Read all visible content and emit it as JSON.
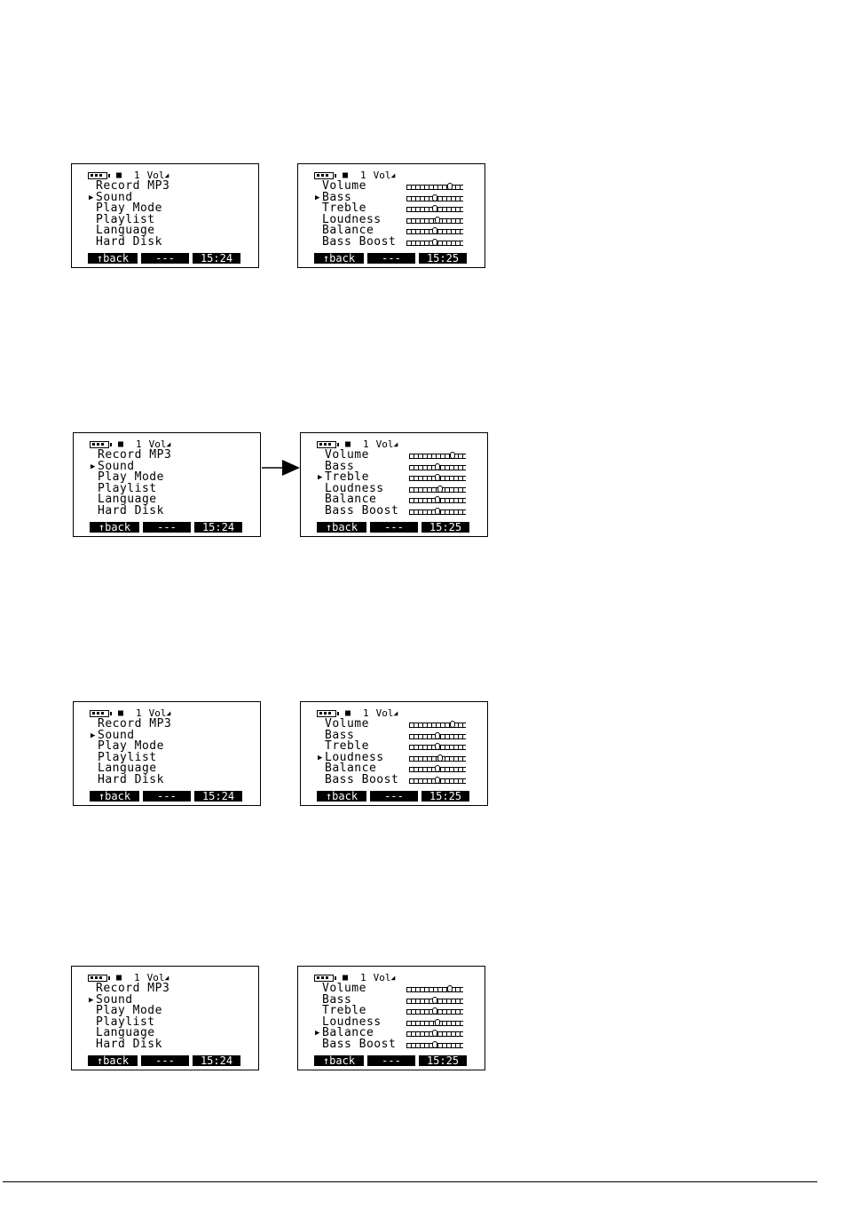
{
  "status_bar": {
    "track": "1",
    "volume_label": "Vol"
  },
  "main_menu": {
    "items": [
      "Record MP3",
      "Sound",
      "Play Mode",
      "Playlist",
      "Language",
      "Hard Disk"
    ],
    "softkeys": {
      "back": "↑back",
      "middle": "---",
      "time": "15:24"
    }
  },
  "sound_menu": {
    "items": [
      "Volume",
      "Bass",
      "Treble",
      "Loudness",
      "Balance",
      "Bass Boost"
    ],
    "softkeys": {
      "back": "↑back",
      "middle": "---",
      "time": "15:25"
    }
  },
  "rows": [
    {
      "selected_main": "Sound",
      "selected_sound": "Bass",
      "arrow_between": false
    },
    {
      "selected_main": "Sound",
      "selected_sound": "Treble",
      "arrow_between": true
    },
    {
      "selected_main": "Sound",
      "selected_sound": "Loudness",
      "arrow_between": false
    },
    {
      "selected_main": "Sound",
      "selected_sound": "Balance",
      "arrow_between": false
    }
  ],
  "slider_levels": {
    "Volume": 0.8,
    "Bass": 0.5,
    "Treble": 0.5,
    "Loudness": 0.55,
    "Balance": 0.5,
    "Bass Boost": 0.5
  },
  "icons": {
    "battery": "battery-icon",
    "stop": "stop-icon",
    "volume": "volume-icon",
    "cursor": "cursor-arrow-icon",
    "next": "arrow-right-icon"
  }
}
